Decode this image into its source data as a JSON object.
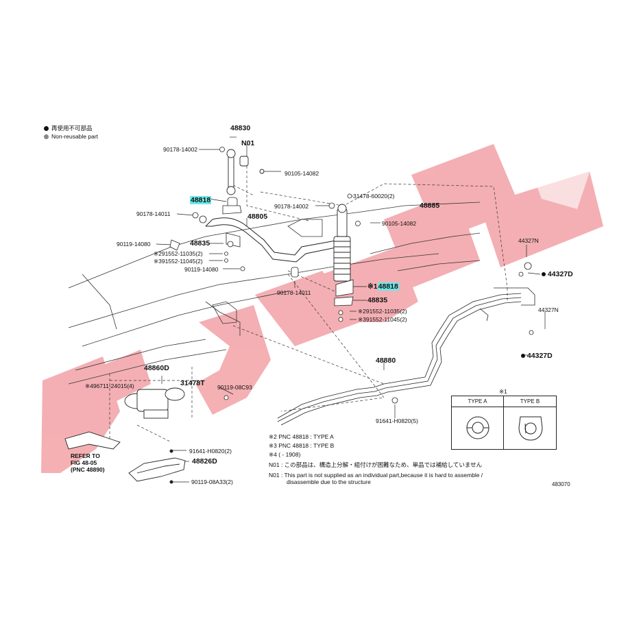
{
  "legend": {
    "jp": "再使用不可部品",
    "en": "Non-reusable part"
  },
  "labels": {
    "p48830": "48830",
    "p90178_a": "90178-14002",
    "pN01": "N01",
    "p90105_a": "90105-14082",
    "p48818_left": "48818",
    "p90178_b": "90178-14011",
    "p48805": "48805",
    "p90119_a": "90119-14080",
    "p48835_left": "48835",
    "p291552_left": "※291552-11035(2)",
    "p391552_left": "※391552-11045(2)",
    "p90119_b": "90119-14080",
    "p90178_c": "90178-14002",
    "p31478": "31478-60020(2)",
    "p48885": "48885",
    "p90105_b": "90105-14082",
    "p48818_right": "48818",
    "p48818_right_prefix": "※1",
    "p90178_d": "90178-14011",
    "p48835_right": "48835",
    "p291552_right": "※291552-11035(2)",
    "p391552_right": "※391552-11045(2)",
    "p44327N_a": "44327N",
    "p44327D_a": "44327D",
    "p44327N_b": "44327N",
    "p44327D_b": "44327D",
    "p48880": "48880",
    "p48860D": "48860D",
    "p31478T": "31478T",
    "p96711": "※496711-24015(4)",
    "p90119_c": "90119-08C93",
    "p91641_a": "91641-H0820(5)",
    "p91641_b": "91641-H0820(2)",
    "p48826D": "48826D",
    "p90119_d": "90119-08A33(2)",
    "refer1": "REFER TO",
    "refer2": "FIG 48-05",
    "refer3": "(PNC 48890)",
    "fig_no": "483070"
  },
  "notes": {
    "n2": "※2 PNC 48818 : TYPE A",
    "n3": "※3 PNC 48818 : TYPE B",
    "n4": "※4 (        - 1908)",
    "n01_jp": "N01 : この部品は、構造上分解・組付けが困難なため、単品では補給していません",
    "n01_en1": "N01 : This part is not supplied as an individual part,because it is hard to assemble /",
    "n01_en2": "disassemble due to the structure"
  },
  "inset": {
    "mark": "※1",
    "type_a": "TYPE A",
    "type_b": "TYPE B"
  },
  "watermark": {
    "color": "#f2a2a6"
  }
}
